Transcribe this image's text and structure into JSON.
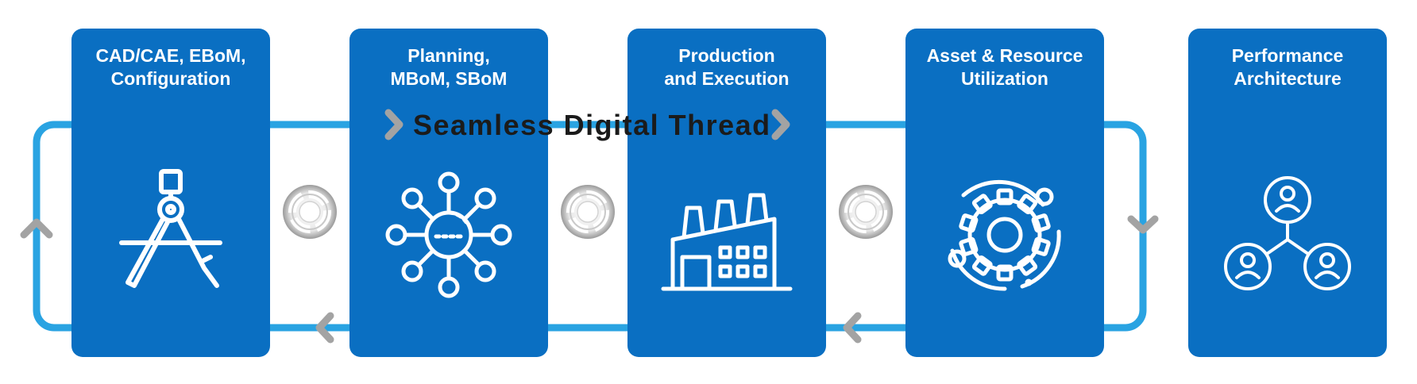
{
  "diagram": {
    "thread_label": "Seamless Digital Thread",
    "stages": [
      {
        "title": "CAD/CAE, EBoM,\nConfiguration",
        "icon": "drafting-compass-icon"
      },
      {
        "title": "Planning,\nMBoM, SBoM",
        "icon": "network-hub-icon"
      },
      {
        "title": "Production\nand Execution",
        "icon": "factory-icon"
      },
      {
        "title": "Asset & Resource\nUtilization",
        "icon": "gear-orbit-icon"
      },
      {
        "title": "Performance\nArchitecture",
        "icon": "people-network-icon"
      }
    ],
    "colors": {
      "card": "#0A6FC2",
      "loop": "#29A3E2",
      "arrow": "#A3A3A3",
      "label": "#1B1B1B"
    }
  }
}
